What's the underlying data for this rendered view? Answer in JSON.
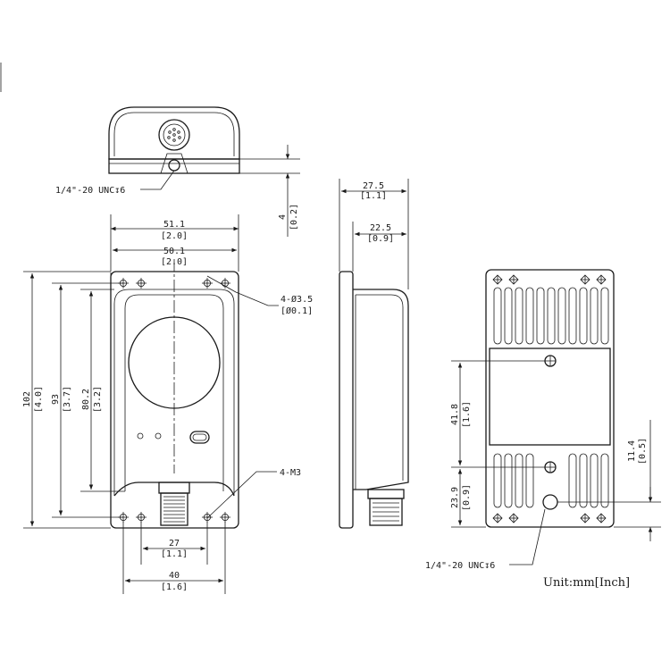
{
  "top_view": {
    "thread_note": "1/4\"-20 UNC↧6",
    "height": "4",
    "height_in": "[0.2]"
  },
  "front_view": {
    "width_outer": "51.1",
    "width_outer_in": "[2.0]",
    "width_inner": "50.1",
    "width_inner_in": "[2.0]",
    "holes_note": "4-Ø3.5",
    "holes_note_in": "[Ø0.1]",
    "screws_note": "4-M3",
    "h1": "102",
    "h1_in": "[4.0]",
    "h2": "93",
    "h2_in": "[3.7]",
    "h3": "80.2",
    "h3_in": "[3.2]",
    "w_27": "27",
    "w_27_in": "[1.1]",
    "w_40": "40",
    "w_40_in": "[1.6]"
  },
  "side_view": {
    "depth_outer": "27.5",
    "depth_outer_in": "[1.1]",
    "depth_inner": "22.5",
    "depth_inner_in": "[0.9]"
  },
  "rear_view": {
    "d1": "41.8",
    "d1_in": "[1.6]",
    "d2": "23.9",
    "d2_in": "[0.9]",
    "d3": "11.4",
    "d3_in": "[0.5]",
    "thread_note": "1/4\"-20 UNC↧6"
  },
  "unit_label": "Unit:mm[Inch]"
}
